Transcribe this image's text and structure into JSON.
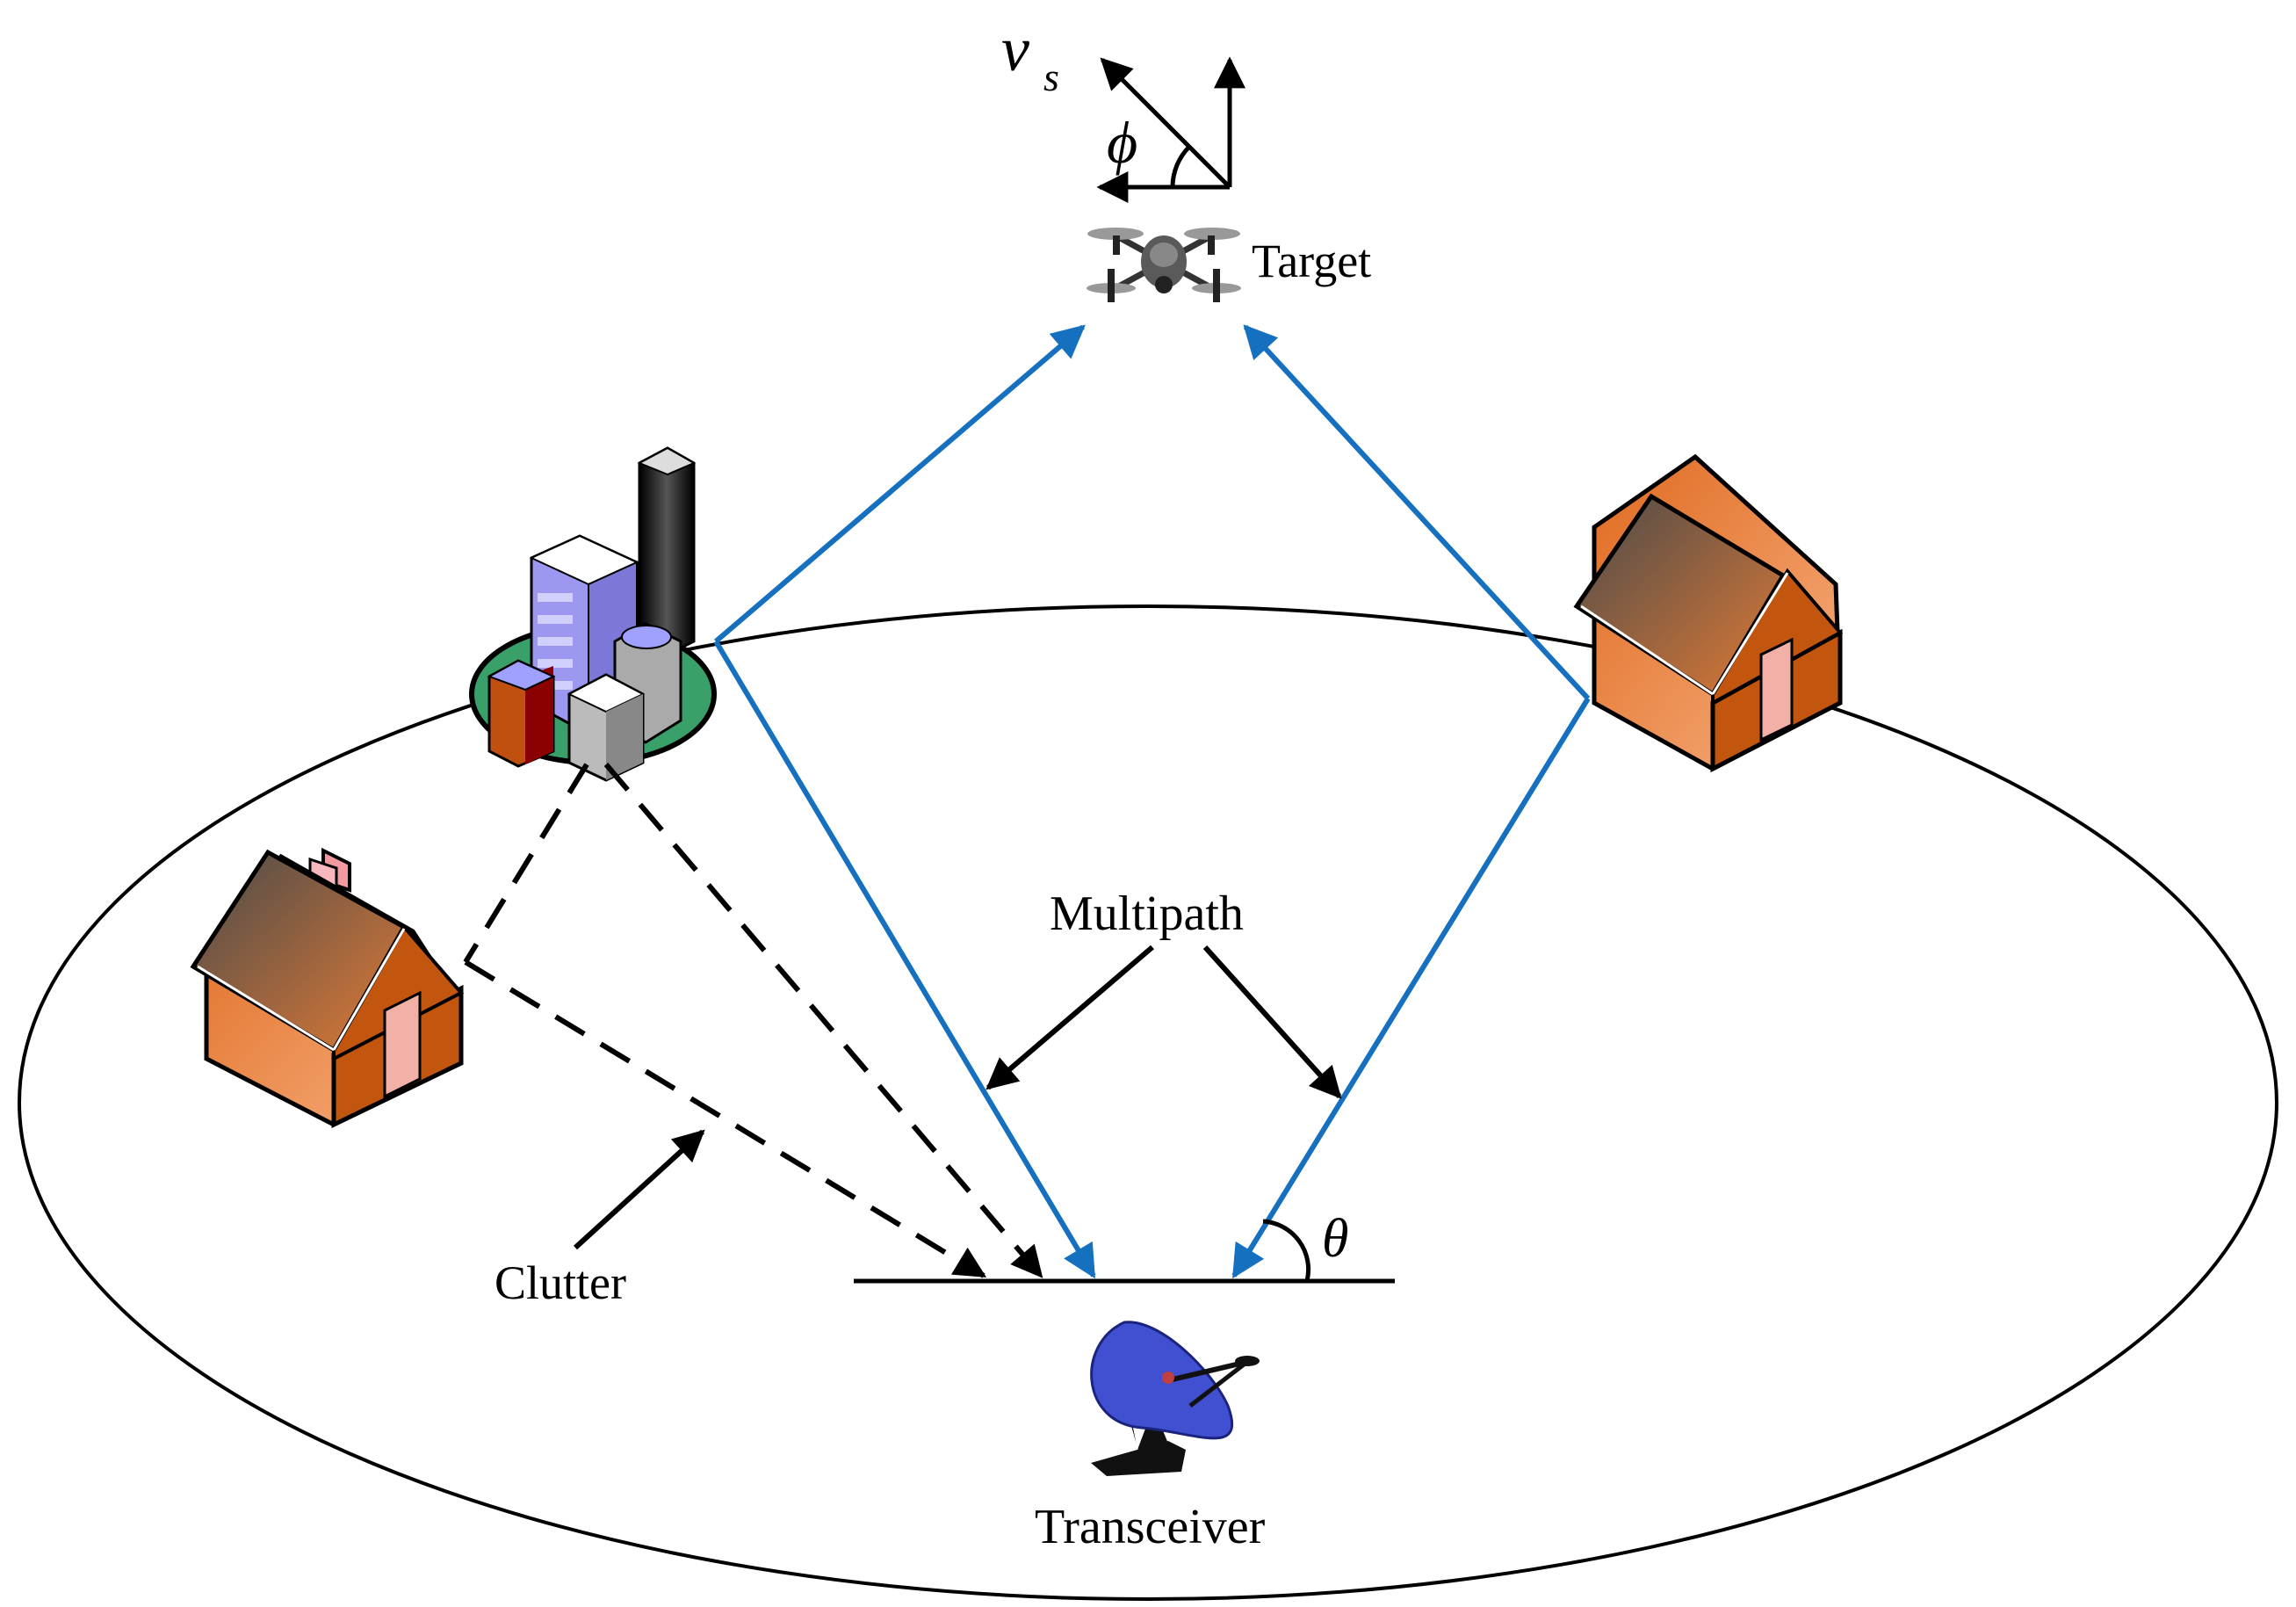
{
  "labels": {
    "target": "Target",
    "multipath": "Multipath",
    "clutter": "Clutter",
    "transceiver": "Transceiver",
    "velocity_symbol": "v",
    "velocity_subscript": "s",
    "phi": "ϕ",
    "theta": "θ"
  },
  "colors": {
    "signal_path": "#1670C0",
    "clutter_path": "#000000",
    "house_wall": "#E8813A",
    "house_side": "#C2560F",
    "house_roof": "#8A5A48",
    "chimney": "#F29AA0",
    "city_base": "#3AA06A",
    "dish": "#4050D0"
  },
  "icons": {
    "target": "drone-icon",
    "transceiver": "radar-dish-icon",
    "houses": "house-icon",
    "city": "city-buildings-icon"
  }
}
